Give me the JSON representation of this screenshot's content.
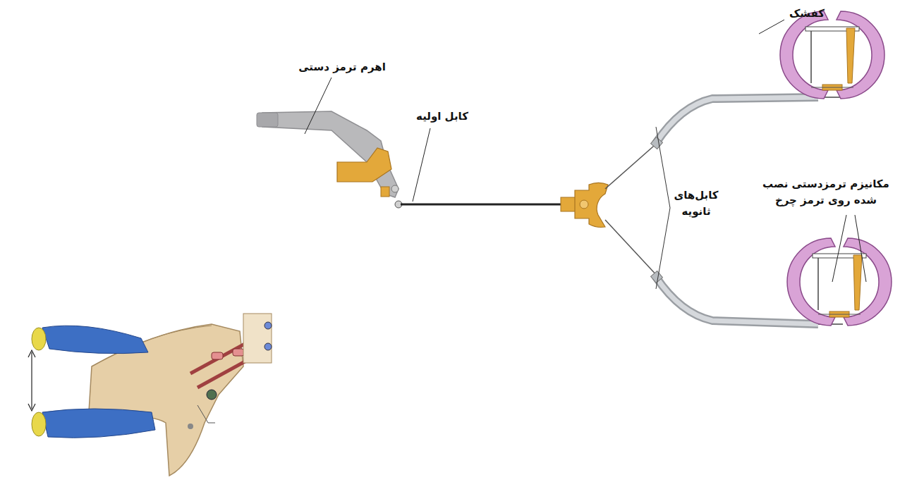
{
  "diagram": {
    "labels": [
      "کفشک",
      "اهرم ترمز دستی",
      "کابل اولیه",
      "کابل‌های ثانویه",
      "مکانیزم ترمزدستی نصب شده روی ترمز چرخ"
    ]
  }
}
